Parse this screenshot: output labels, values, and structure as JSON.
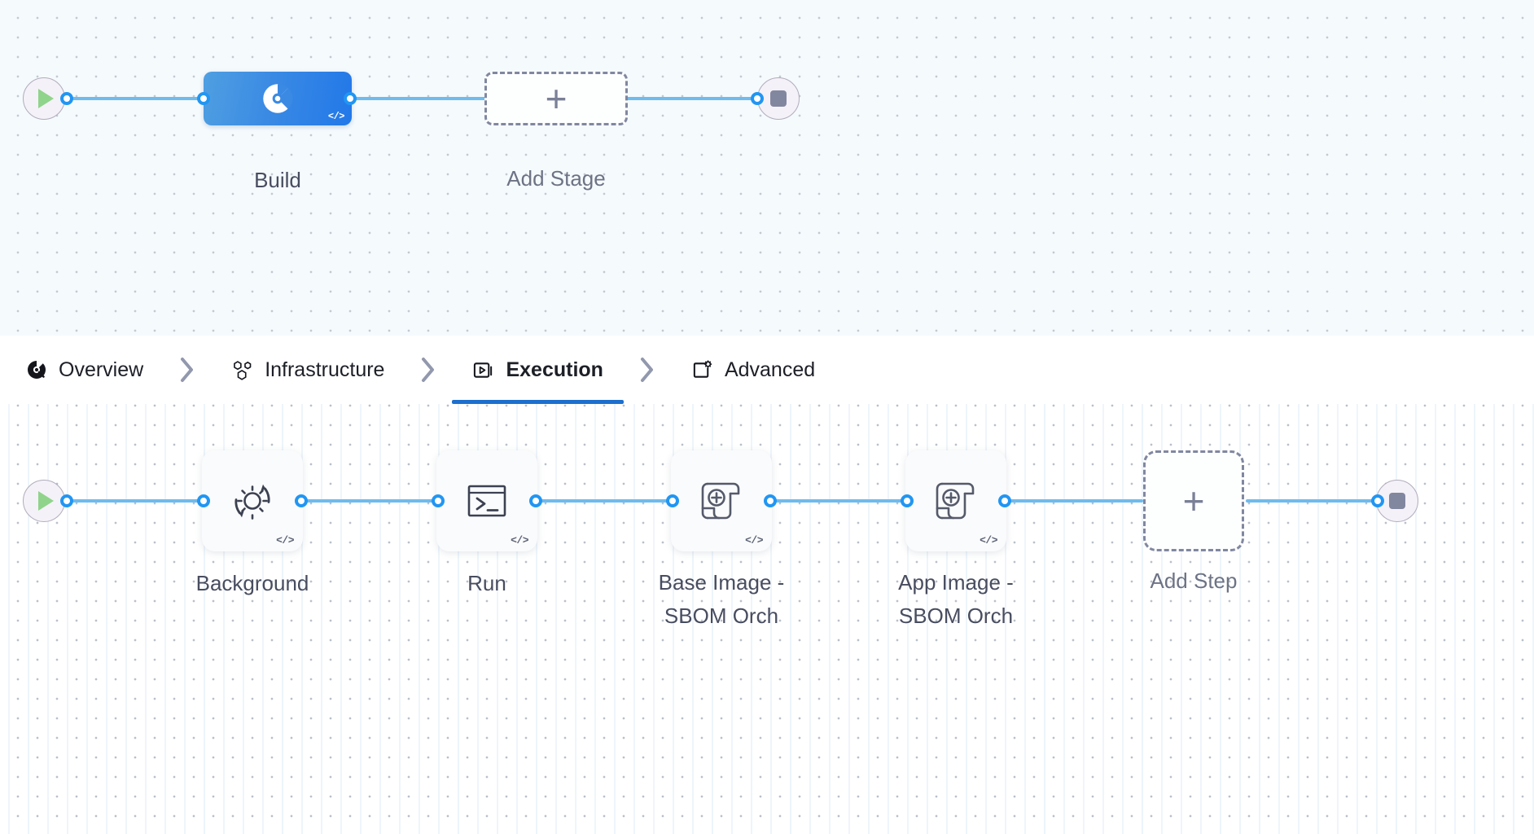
{
  "pipeline": {
    "stage_row": {
      "start_node": {
        "name": "start-node",
        "icon": "play-icon"
      },
      "end_node": {
        "name": "end-node",
        "icon": "stop-icon"
      },
      "stages": [
        {
          "label": "Build",
          "icon": "harness-ci-icon",
          "badge": "</>",
          "type": "stage"
        },
        {
          "label": "Add Stage",
          "icon": "plus-icon",
          "badge": "",
          "type": "add"
        }
      ]
    },
    "step_row": {
      "start_node": {
        "name": "start-node",
        "icon": "play-icon"
      },
      "end_node": {
        "name": "end-node",
        "icon": "stop-icon"
      },
      "steps": [
        {
          "label": "Background",
          "icon": "gear-refresh-icon",
          "badge": "</>",
          "type": "step"
        },
        {
          "label": "Run",
          "icon": "terminal-icon",
          "badge": "</>",
          "type": "step"
        },
        {
          "label": "Base Image -\nSBOM Orch",
          "label_line1": "Base Image -",
          "label_line2": "SBOM Orch",
          "icon": "sbom-scroll-plus-icon",
          "badge": "</>",
          "type": "step"
        },
        {
          "label": "App Image -\nSBOM Orch",
          "label_line1": "App Image -",
          "label_line2": "SBOM Orch",
          "icon": "sbom-scroll-plus-icon",
          "badge": "</>",
          "type": "step"
        },
        {
          "label": "Add Step",
          "icon": "plus-icon",
          "badge": "",
          "type": "add"
        }
      ]
    }
  },
  "tabs": {
    "separator_glyph": "›",
    "items": [
      {
        "label": "Overview",
        "icon": "overview-pie-icon",
        "active": false
      },
      {
        "label": "Infrastructure",
        "icon": "hexagon-cluster-icon",
        "active": false
      },
      {
        "label": "Execution",
        "icon": "execution-play-box-icon",
        "active": true
      },
      {
        "label": "Advanced",
        "icon": "advanced-gear-box-icon",
        "active": false
      }
    ]
  },
  "colors": {
    "accent_blue": "#1c6fcd",
    "edge_blue": "#6fbbee",
    "port_blue": "#2196f3",
    "stage_gradient_from": "#4f9fe2",
    "stage_gradient_to": "#2278e8",
    "play_green": "#8fd48a",
    "stop_gray": "#8287a0",
    "dashed_border": "#8187a0",
    "label_dark": "#484d60",
    "label_muted": "#6d7385",
    "stage_canvas_bg": "#f5fafd",
    "step_canvas_bg": "#ffffff"
  }
}
